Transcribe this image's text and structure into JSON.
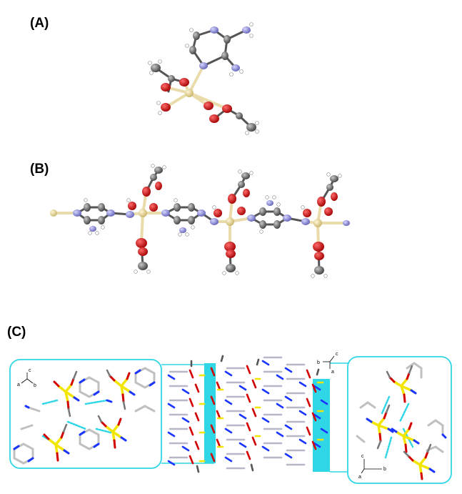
{
  "panels": {
    "a": {
      "label": "(A)"
    },
    "b": {
      "label": "(B)"
    },
    "c": {
      "label": "(C)"
    }
  },
  "axes": {
    "left_inset": {
      "x1": "a",
      "x2": "b",
      "x3": "c"
    },
    "middle": {
      "x1": "b",
      "x2": "c",
      "x3": "a"
    },
    "right_inset": {
      "x1": "c",
      "x2": "b",
      "x3": "a"
    }
  },
  "colors": {
    "metal": "#e8d9a0",
    "oxygen": "#d40000",
    "nitrogen": "#8a8ae0",
    "carbon": "#6e6e6e",
    "hydrogen": "#ffffff",
    "inset_border": "#2fd6e6",
    "hbond": "#2fd6e6",
    "metal_stick": "#f2e600"
  }
}
